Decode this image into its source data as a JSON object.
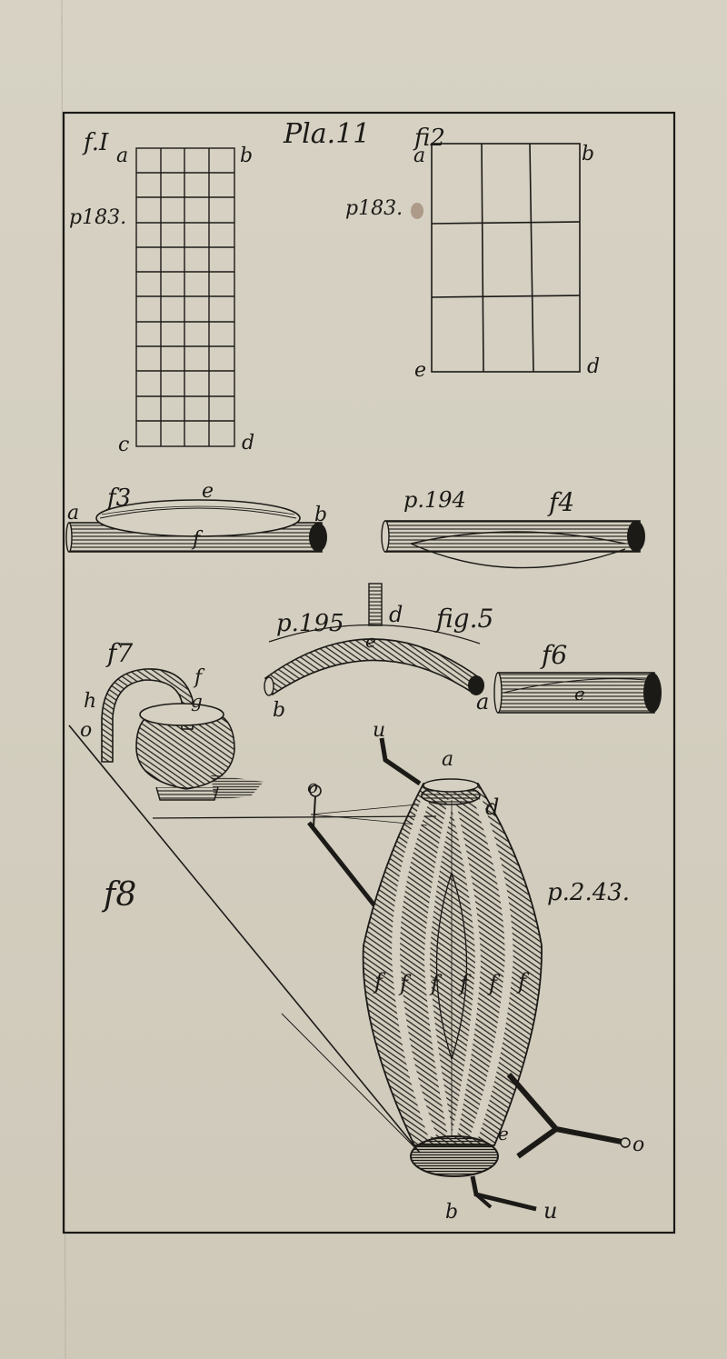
{
  "plate": {
    "title": "Pla.11"
  },
  "figures": {
    "fig1": {
      "name": "f.I",
      "page": "p183.",
      "corners": [
        "a",
        "b",
        "c",
        "d"
      ]
    },
    "fig2": {
      "name": "fi2",
      "page": "p183.",
      "corners": [
        "a",
        "b",
        "e",
        "d"
      ]
    },
    "fig3": {
      "name": "f3",
      "labels": [
        "a",
        "e",
        "f",
        "b"
      ]
    },
    "fig4": {
      "name": "f4",
      "page": "p.194"
    },
    "fig5": {
      "name": "fig.5",
      "page": "p.195",
      "labels": [
        "d",
        "e",
        "b",
        "a"
      ]
    },
    "fig6": {
      "name": "f6",
      "labels": [
        "e"
      ]
    },
    "fig7": {
      "name": "f7",
      "labels": [
        "h",
        "o",
        "f",
        "g"
      ]
    },
    "fig8": {
      "name": "f8",
      "page": "p.2.43.",
      "labels": [
        "u",
        "a",
        "o",
        "d",
        "f",
        "e",
        "o",
        "b",
        "u"
      ]
    }
  },
  "colors": {
    "paper": "#d5d0c1",
    "ink": "#1c1a17"
  }
}
